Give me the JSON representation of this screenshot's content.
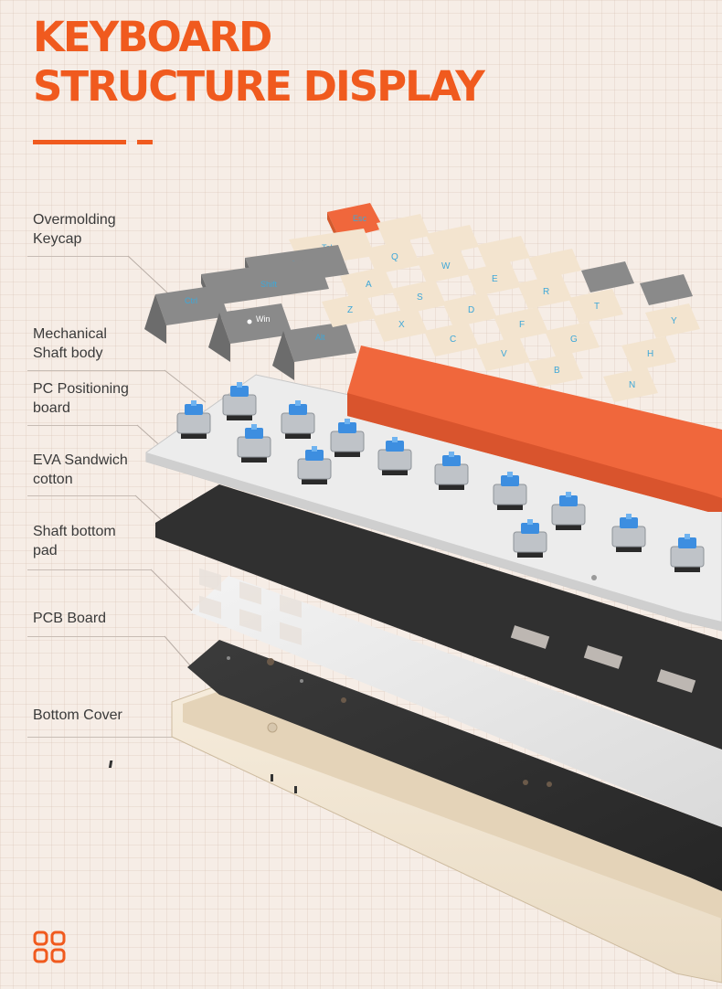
{
  "title": {
    "line1": "KEYBOARD",
    "line2": "STRUCTURE DISPLAY"
  },
  "layers": [
    {
      "label": "Overmolding\nKeycap"
    },
    {
      "label": "Mechanical\nShaft body"
    },
    {
      "label": "PC Positioning\nboard"
    },
    {
      "label": "EVA Sandwich\ncotton"
    },
    {
      "label": "Shaft bottom\npad"
    },
    {
      "label": "PCB Board"
    },
    {
      "label": "Bottom Cover"
    }
  ],
  "keycap_legends": {
    "esc": "Esc",
    "tab": "Tab",
    "caps": "Caps",
    "shift": "Shift",
    "ctrl": "Ctrl",
    "win": "Win",
    "alt": "Alt",
    "q": "Q",
    "w": "W",
    "e": "E",
    "r": "R",
    "t": "T",
    "y": "Y",
    "a": "A",
    "s": "S",
    "d": "D",
    "f": "F",
    "g": "G",
    "h": "H",
    "z": "Z",
    "x": "X",
    "c": "C",
    "v": "V",
    "b": "B",
    "n": "N"
  },
  "colors": {
    "accent": "#f05a1e",
    "keycap_cream": "#f3e4cf",
    "keycap_gray": "#8a8a8a",
    "keycap_orange": "#f0673c",
    "switch_blue": "#3d8ee0",
    "legend_blue": "#3ea7d8",
    "plate": "#e6e6e6",
    "foam_dark": "#2e2e2e",
    "cover": "#f1e6d4"
  },
  "logo_icon": "four-rounded-squares-icon"
}
